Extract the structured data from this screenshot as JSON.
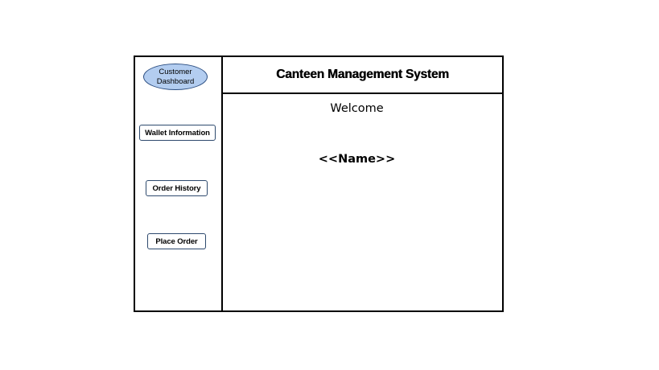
{
  "app": {
    "title": "Canteen Management System"
  },
  "sidebar": {
    "dashboard_label": "Customer Dashboard",
    "items": [
      {
        "label": "Wallet Information"
      },
      {
        "label": "Order History"
      },
      {
        "label": "Place Order"
      }
    ]
  },
  "main": {
    "welcome_text": "Welcome",
    "name_placeholder": "<<Name>>"
  },
  "colors": {
    "dashboard_oval_fill": "#b3cdf0",
    "dashboard_oval_border": "#2d4f82",
    "button_border": "#2e4a6e",
    "frame_border": "#000000"
  }
}
